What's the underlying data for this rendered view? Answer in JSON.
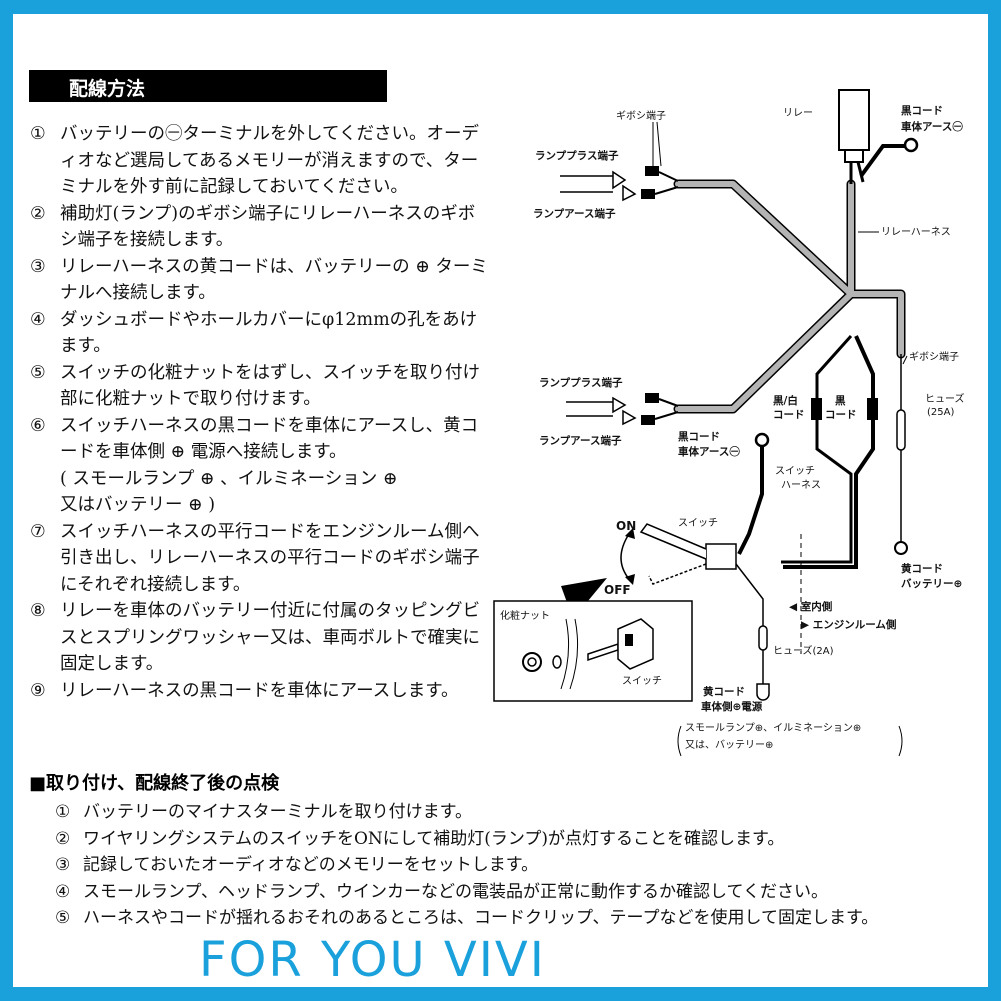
{
  "section_title": "配線方法",
  "steps": [
    {
      "num": "①",
      "text": "バッテリーの㊀ターミナルを外してください。オーディオなど選局してあるメモリーが消えますので、ターミナルを外す前に記録しておいてください。"
    },
    {
      "num": "②",
      "text": "補助灯(ランプ)のギボシ端子にリレーハーネスのギボシ端子を接続します。"
    },
    {
      "num": "③",
      "text": "リレーハーネスの黄コードは、バッテリーの ⊕ ターミナルへ接続します。"
    },
    {
      "num": "④",
      "text": "ダッシュボードやホールカバーにφ12mmの孔をあけます。"
    },
    {
      "num": "⑤",
      "text": "スイッチの化粧ナットをはずし、スイッチを取り付け部に化粧ナットで取り付けます。"
    },
    {
      "num": "⑥",
      "text": "スイッチハーネスの黒コードを車体にアースし、黄コードを車体側 ⊕ 電源へ接続します。\n( スモールランプ ⊕ 、イルミネーション ⊕\n又はバッテリー ⊕ )"
    },
    {
      "num": "⑦",
      "text": "スイッチハーネスの平行コードをエンジンルーム側へ引き出し、リレーハーネスの平行コードのギボシ端子にそれぞれ接続します。"
    },
    {
      "num": "⑧",
      "text": "リレーを車体のバッテリー付近に付属のタッピングビスとスプリングワッシャー又は、車両ボルトで確実に固定します。"
    },
    {
      "num": "⑨",
      "text": "リレーハーネスの黒コードを車体にアースします。"
    }
  ],
  "check_title": "■取り付け、配線終了後の点検",
  "checks": [
    {
      "num": "①",
      "text": "バッテリーのマイナスターミナルを取り付けます。"
    },
    {
      "num": "②",
      "text": "ワイヤリングシステムのスイッチをONにして補助灯(ランプ)が点灯することを確認します。"
    },
    {
      "num": "③",
      "text": "記録しておいたオーディオなどのメモリーをセットします。"
    },
    {
      "num": "④",
      "text": "スモールランプ、ヘッドランプ、ウインカーなどの電装品が正常に動作するか確認してください。"
    },
    {
      "num": "⑤",
      "text": "ハーネスやコードが揺れるおそれのあるところは、コードクリップ、テープなどを使用して固定します。"
    }
  ],
  "diagram": {
    "relay": "リレー",
    "black_cord_body_earth_1": "黒コード",
    "black_cord_body_earth_2": "車体アース㊀",
    "gibosi_top": "ギボシ端子",
    "lamp_plus_top": "ランププラス端子",
    "lamp_earth_top": "ランプアース端子",
    "relay_harness": "リレーハーネス",
    "gibosi_right": "ギボシ端子",
    "lamp_plus_bottom": "ランププラス端子",
    "lamp_earth_bottom": "ランプアース端子",
    "black_white_1": "黒/白",
    "black_white_2": "コード",
    "black_1": "黒",
    "black_2": "コード",
    "fuse_25a_1": "ヒューズ",
    "fuse_25a_2": "(25A)",
    "black_cord_2_1": "黒コード",
    "black_cord_2_2": "車体アース㊀",
    "switch_harness_1": "スイッチ",
    "switch_harness_2": "ハーネス",
    "switch": "スイッチ",
    "on": "ON",
    "off": "OFF",
    "yellow_cord_battery_1": "黄コード",
    "yellow_cord_battery_2": "バッテリー⊕",
    "interior_side": "◀ 室内側",
    "engine_room_side": "▶ エンジンルーム側",
    "fuse_2a": "ヒューズ(2A)",
    "inset_nut": "化粧ナット",
    "inset_switch": "スイッチ",
    "yellow_cord_body_1": "黄コード",
    "yellow_cord_body_2": "車体側⊕電源",
    "options_line1": "スモールランプ⊕、イルミネーション⊕",
    "options_line2": "又は、バッテリー⊕"
  },
  "brand": "FOR YOU VIVI",
  "colors": {
    "frame": "#1aa1dc",
    "brand": "#1aa1dc",
    "harness_gray": "#b4b4b4"
  }
}
